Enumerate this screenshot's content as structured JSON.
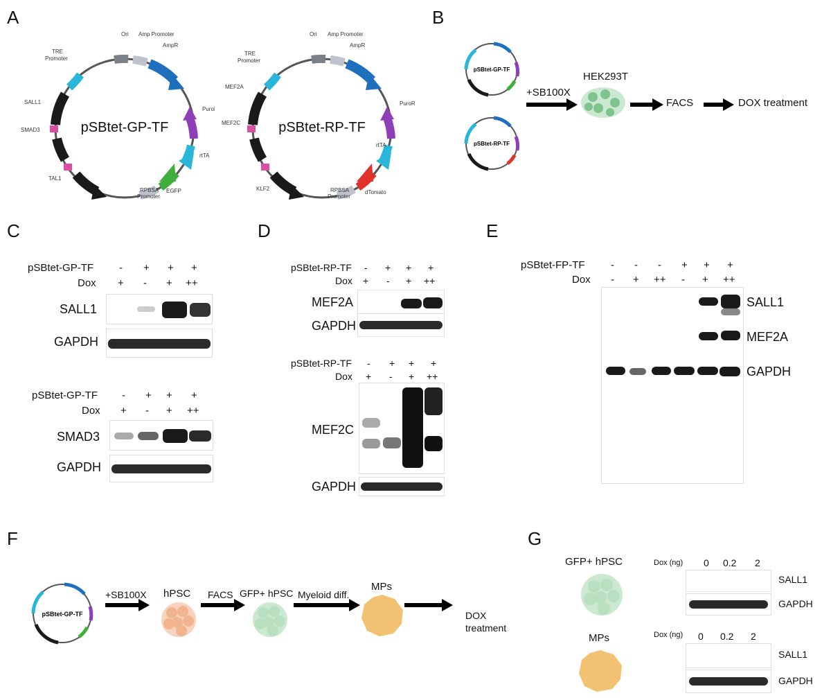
{
  "panels": {
    "A": "A",
    "B": "B",
    "C": "C",
    "D": "D",
    "E": "E",
    "F": "F",
    "G": "G"
  },
  "panelA": {
    "left": {
      "name": "pSBtet-GP-TF",
      "ori": "Ori",
      "amp_promoter": "Amp Promoter",
      "ampr": "AmpR",
      "puror": "PuroR",
      "rtta": "rtTA",
      "egfp": "EGFP",
      "rpbsa": "RPBSA",
      "promoter": "Promoter",
      "tre": "TRE",
      "tre_promoter": "Promoter",
      "tf1": "SALL1",
      "tf2": "SMAD3",
      "tf3": "TAL1"
    },
    "right": {
      "name": "pSBtet-RP-TF",
      "ori": "Ori",
      "amp_promoter": "Amp Promoter",
      "ampr": "AmpR",
      "puror": "PuroR",
      "rtta": "rtTA",
      "dtomato": "dTomato",
      "rpbsa": "RPBSA",
      "promoter": "Promoter",
      "tre": "TRE",
      "tre_promoter": "Promoter",
      "tf1": "MEF2A",
      "tf2": "MEF2C",
      "tf3": "KLF2"
    }
  },
  "panelB": {
    "plasmid1": "pSBtet-GP-TF",
    "plasmid2": "pSBtet-RP-TF",
    "sb": "+SB100X",
    "cells": "HEK293T",
    "facs": "FACS",
    "dox": "DOX treatment"
  },
  "panelC": {
    "top": {
      "row1": "pSBtet-GP-TF",
      "row2": "Dox",
      "plasmid": [
        "-",
        "+",
        "+",
        "+"
      ],
      "dox": [
        "+",
        "-",
        "+",
        "++"
      ],
      "protein": "SALL1",
      "loading": "GAPDH"
    },
    "bottom": {
      "row1": "pSBtet-GP-TF",
      "row2": "Dox",
      "plasmid": [
        "-",
        "+",
        "+",
        "+"
      ],
      "dox": [
        "+",
        "-",
        "+",
        "++"
      ],
      "protein": "SMAD3",
      "loading": "GAPDH"
    }
  },
  "panelD": {
    "top": {
      "row1": "pSBtet-RP-TF",
      "row2": "Dox",
      "plasmid": [
        "-",
        "+",
        "+",
        "+"
      ],
      "dox": [
        "+",
        "-",
        "+",
        "++"
      ],
      "protein": "MEF2A",
      "loading": "GAPDH"
    },
    "bottom": {
      "row1": "pSBtet-RP-TF",
      "row2": "Dox",
      "plasmid": [
        "-",
        "+",
        "+",
        "+"
      ],
      "dox": [
        "+",
        "-",
        "+",
        "++"
      ],
      "protein": "MEF2C",
      "loading": "GAPDH"
    }
  },
  "panelE": {
    "row1": "pSBtet-FP-TF",
    "row2": "Dox",
    "plasmid": [
      "-",
      "-",
      "-",
      "+",
      "+",
      "+"
    ],
    "dox": [
      "-",
      "+",
      "++",
      "-",
      "+",
      "++"
    ],
    "p1": "SALL1",
    "p2": "MEF2A",
    "loading": "GAPDH"
  },
  "panelF": {
    "plasmid": "pSBtet-GP-TF",
    "sb": "+SB100X",
    "hpsc": "hPSC",
    "facs": "FACS",
    "gfp": "GFP+ hPSC",
    "diff": "Myeloid diff.",
    "mps": "MPs",
    "dox1": "DOX",
    "dox2": "treatment"
  },
  "panelG": {
    "gfp": "GFP+ hPSC",
    "mps": "MPs",
    "dox_label": "Dox (ng)",
    "doses": [
      "0",
      "0.2",
      "2"
    ],
    "protein": "SALL1",
    "loading": "GAPDH"
  },
  "colors": {
    "black": "#1a1a1a",
    "cyan": "#29b6d9",
    "blue": "#1f6fbf",
    "purple": "#8e3fb8",
    "green": "#3fae3a",
    "red": "#e0322b",
    "gray": "#bcc3cc",
    "pink": "#d94fa3",
    "cell_green": "#a8d9b2",
    "cell_orange": "#f2b48f",
    "mp_orange": "#f2c272"
  }
}
